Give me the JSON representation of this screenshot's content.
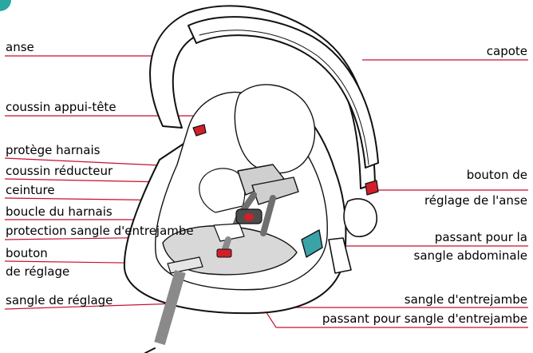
{
  "colors": {
    "leader_line": "#c8102e",
    "outline": "#111111",
    "shade": "#cfcfcf",
    "accent_red": "#d0202a",
    "accent_teal": "#3aa3a8",
    "strap_grey": "#8a8a8a",
    "corner_badge": "#2aa8a0"
  },
  "labels": {
    "anse": "anse",
    "coussin_appui_tete": "coussin appui-tête",
    "protege_harnais": "protège harnais",
    "coussin_reducteur": "coussin réducteur",
    "ceinture": "ceinture",
    "boucle_harnais": "boucle  du harnais",
    "protection_sangle": "protection sangle d'entrejambe",
    "bouton_line1": "bouton",
    "bouton_line2": "de réglage",
    "sangle_reglage": "sangle de réglage",
    "capote": "capote",
    "bouton_anse_line1": "bouton de",
    "bouton_anse_line2": "réglage de l'anse",
    "passant_line1": "passant pour la",
    "passant_line2": "sangle abdominale",
    "sangle_entrejambe": "sangle d'entrejambe",
    "passant_entrejambe": "passant pour sangle d'entrejambe"
  },
  "icons": {
    "corner": "corner-badge-icon",
    "illustration": "baby-car-seat-illustration"
  }
}
